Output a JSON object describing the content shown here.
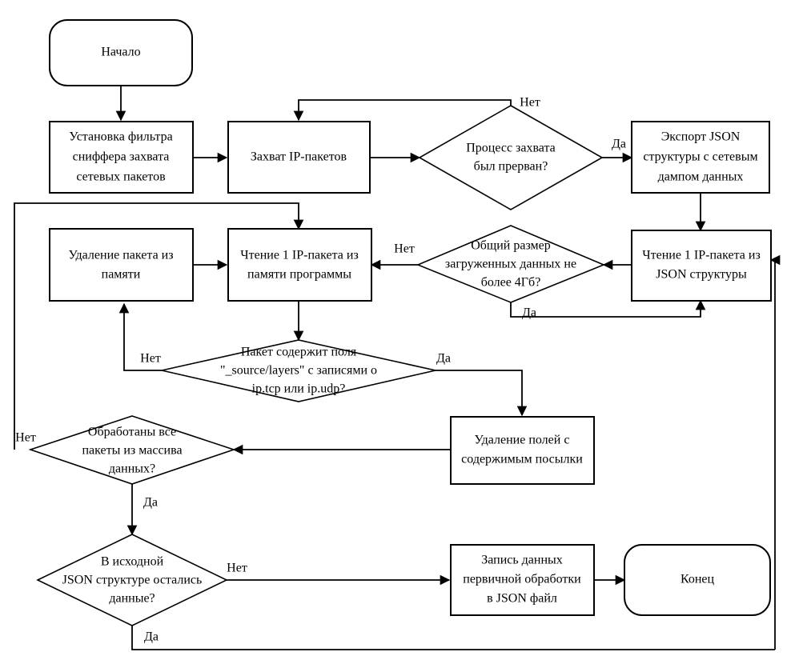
{
  "diagram": {
    "title": "Блок-схема обработки сетевых пакетов",
    "type": "flowchart",
    "language": "ru",
    "background_color": "#ffffff",
    "line_color": "#000000",
    "text_color": "#000000"
  },
  "nodes": {
    "start": {
      "shape": "terminator",
      "lines": [
        "Начало"
      ]
    },
    "set_filter": {
      "shape": "process",
      "lines": [
        "Установка фильтра",
        "сниффера захвата",
        "сетевых пакетов"
      ]
    },
    "capture": {
      "shape": "process",
      "lines": [
        "Захват IP-пакетов"
      ]
    },
    "capture_interrupted": {
      "shape": "decision",
      "lines": [
        "Процесс захвата",
        "был прерван?"
      ]
    },
    "export_json": {
      "shape": "process",
      "lines": [
        "Экспорт JSON",
        "структуры с сетевым",
        "дампом данных"
      ]
    },
    "delete_packet": {
      "shape": "process",
      "lines": [
        "Удаление пакета из",
        "памяти"
      ]
    },
    "read_from_memory": {
      "shape": "process",
      "lines": [
        "Чтение 1 IP-пакета из",
        "памяти программы"
      ]
    },
    "size_check": {
      "shape": "decision",
      "lines": [
        "Общий размер",
        "загруженных данных не",
        "более 4Гб?"
      ]
    },
    "read_from_json": {
      "shape": "process",
      "lines": [
        "Чтение 1 IP-пакета из",
        "JSON структуры"
      ]
    },
    "has_layers": {
      "shape": "decision",
      "lines": [
        "Пакет содержит поля",
        "\"_source/layers\" с записями о",
        "ip.tcp или ip.udp?"
      ]
    },
    "all_processed": {
      "shape": "decision",
      "lines": [
        "Обработаны все",
        "пакеты из массива",
        "данных?"
      ]
    },
    "delete_fields": {
      "shape": "process",
      "lines": [
        "Удаление полей с",
        "содержимым посылки"
      ]
    },
    "json_has_data": {
      "shape": "decision",
      "lines": [
        "В исходной",
        "JSON структуре остались",
        "данные?"
      ]
    },
    "write_json": {
      "shape": "process",
      "lines": [
        "Запись данных",
        "первичной обработки",
        "в JSON файл"
      ]
    },
    "end": {
      "shape": "terminator",
      "lines": [
        "Конец"
      ]
    }
  },
  "edge_labels": {
    "capture_no": "Нет",
    "capture_yes": "Да",
    "size_no": "Нет",
    "size_yes": "Да",
    "layers_no": "Нет",
    "layers_yes": "Да",
    "all_processed_no": "Нет",
    "all_processed_yes": "Да",
    "json_has_data_no": "Нет",
    "json_has_data_yes": "Да"
  }
}
